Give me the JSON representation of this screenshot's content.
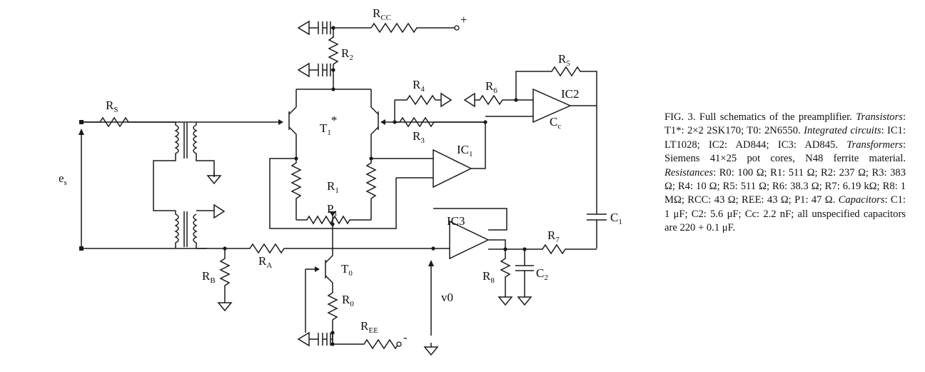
{
  "figure": {
    "caption": {
      "fig_label": "FIG. 3.",
      "title": "Full schematics of the preamplifier.",
      "parts": [
        {
          "heading": "Transistors",
          "text": "T1*: 2×2 2SK170; T0: 2N6550."
        },
        {
          "heading": "Integrated circuits",
          "text": "IC1: LT1028; IC2: AD844; IC3: AD845."
        },
        {
          "heading": "Transformers",
          "text": "Siemens 41×25 pot cores, N48 ferrite material."
        },
        {
          "heading": "Resistances",
          "text": "R0: 100 Ω; R1: 511 Ω; R2: 237 Ω; R3: 383 Ω; R4: 10 Ω; R5: 511 Ω; R6: 38.3 Ω; R7: 6.19 kΩ; R8: 1 MΩ; RCC: 43 Ω; REE: 43 Ω; P1: 47 Ω."
        },
        {
          "heading": "Capacitors",
          "text": "C1: 1 μF; C2: 5.6 μF; Cc: 2.2 nF; all unspecified capacitors are 220 + 0.1 μF."
        }
      ]
    },
    "labels": {
      "rcc": {
        "main": "R",
        "sub": "CC"
      },
      "plus": "+",
      "r2": {
        "main": "R",
        "sub": "2"
      },
      "r5": {
        "main": "R",
        "sub": "5"
      },
      "r6": {
        "main": "R",
        "sub": "6"
      },
      "r4": {
        "main": "R",
        "sub": "4"
      },
      "ic2": "IC2",
      "cc": {
        "main": "C",
        "sub": "c"
      },
      "rs": {
        "main": "R",
        "sub": "S"
      },
      "t1": {
        "main": "T",
        "sub": "1",
        "sup": "*"
      },
      "r3": {
        "main": "R",
        "sub": "3"
      },
      "ic1": {
        "main": "IC",
        "sub": "1"
      },
      "es": {
        "main": "e",
        "sub": "s"
      },
      "r1": {
        "main": "R",
        "sub": "1"
      },
      "p1": {
        "main": "P",
        "sub": "1"
      },
      "ic3": "IC3",
      "c1": {
        "main": "C",
        "sub": "1"
      },
      "r7": {
        "main": "R",
        "sub": "7"
      },
      "rb": {
        "main": "R",
        "sub": "B"
      },
      "ra": {
        "main": "R",
        "sub": "A"
      },
      "t0": {
        "main": "T",
        "sub": "0"
      },
      "r8": {
        "main": "R",
        "sub": "8"
      },
      "c2": {
        "main": "C",
        "sub": "2"
      },
      "r0": {
        "main": "R",
        "sub": "0"
      },
      "v0": "v0",
      "ree": {
        "main": "R",
        "sub": "EE"
      },
      "minus": "-"
    }
  }
}
